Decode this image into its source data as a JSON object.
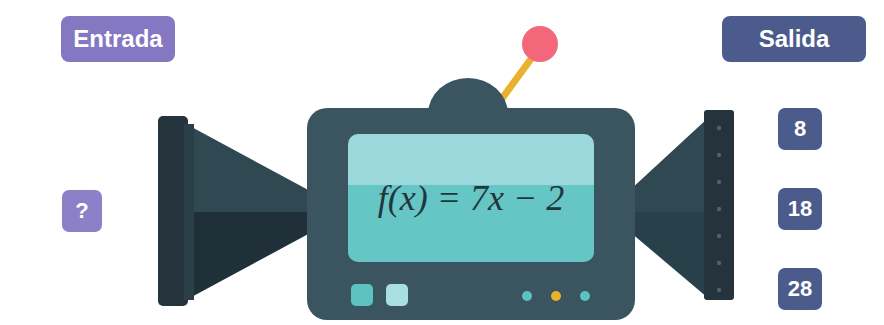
{
  "diagram": {
    "nodes": [
      {
        "text": [
          "Entrada"
        ]
      },
      {
        "text": [
          "Salida"
        ]
      },
      {
        "text": [
          "?"
        ]
      },
      {
        "text": [
          "f(x) = 7x − 2"
        ]
      },
      {
        "text": [
          "8"
        ]
      },
      {
        "text": [
          "18"
        ]
      },
      {
        "text": [
          "28"
        ]
      }
    ]
  }
}
